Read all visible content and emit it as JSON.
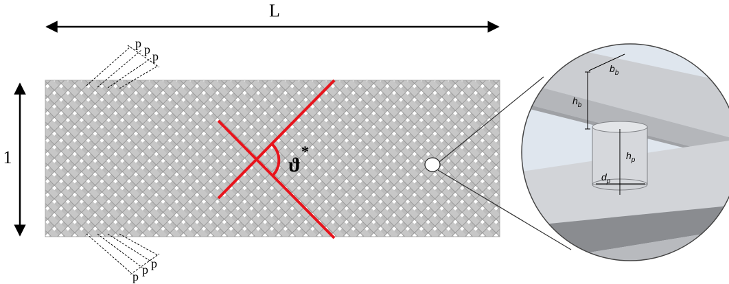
{
  "labels": {
    "length": "L",
    "width": "1",
    "angle": "ϑ",
    "angle_star": "*",
    "pitch_top": [
      "p",
      "p",
      "p"
    ],
    "pitch_bottom": [
      "p",
      "p",
      "p"
    ]
  },
  "inset": {
    "bar_width": {
      "main": "b",
      "sub": "b"
    },
    "bar_height": {
      "main": "h",
      "sub": "b"
    },
    "pillar_height": {
      "main": "h",
      "sub": "p"
    },
    "pillar_diameter": {
      "main": "d",
      "sub": "p"
    }
  },
  "colors": {
    "accent_lines": "#e8141c",
    "lattice_fill": "#bdbdbd",
    "lattice_edge": "#8f8f8f",
    "inset_bg": "#dfe6ee",
    "bar_light": "#c9cbcf",
    "bar_dark": "#8a8c90"
  }
}
